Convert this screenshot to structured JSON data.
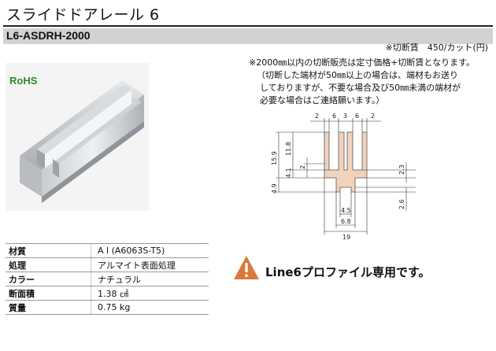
{
  "header": {
    "title": "スライドドアレール 6",
    "model": "L6-ASDRH-2000"
  },
  "badges": {
    "rohs": "RoHS"
  },
  "notes": {
    "fee": "※切断賃　450/カット(円)",
    "lines": [
      "※2000㎜以内の切断販売は定寸価格+切断賃となります。",
      "（切断した端材が50㎜以上の場合は、端材もお送り",
      "しておりますが、不要な場合及び50㎜未満の端材が",
      "必要な場合はご連絡願います。）"
    ]
  },
  "diagram": {
    "top_dims": [
      "2",
      "6",
      "3",
      "6",
      "2"
    ],
    "left_dims": [
      "15.9",
      "11.8",
      "2",
      "4.1",
      "4.9"
    ],
    "right_dims": [
      "2.3",
      "2.6"
    ],
    "bottom_dims": [
      "4.5",
      "6.8",
      "19"
    ]
  },
  "specs": [
    {
      "label": "材質",
      "value": "A l (A6063S-T5)"
    },
    {
      "label": "処理",
      "value": "アルマイト表面処理"
    },
    {
      "label": "カラー",
      "value": "ナチュラル"
    },
    {
      "label": "断面積",
      "value": "1.38 ㎠"
    },
    {
      "label": "質量",
      "value": "0.75 kg"
    }
  ],
  "exclusive_note": "Line6プロファイル専用です。",
  "colors": {
    "profile_fill": "#f0d2bd",
    "warning": "#d97a3a",
    "header_bar": "#d2d2d2",
    "rohs": "#2b8a2b"
  }
}
